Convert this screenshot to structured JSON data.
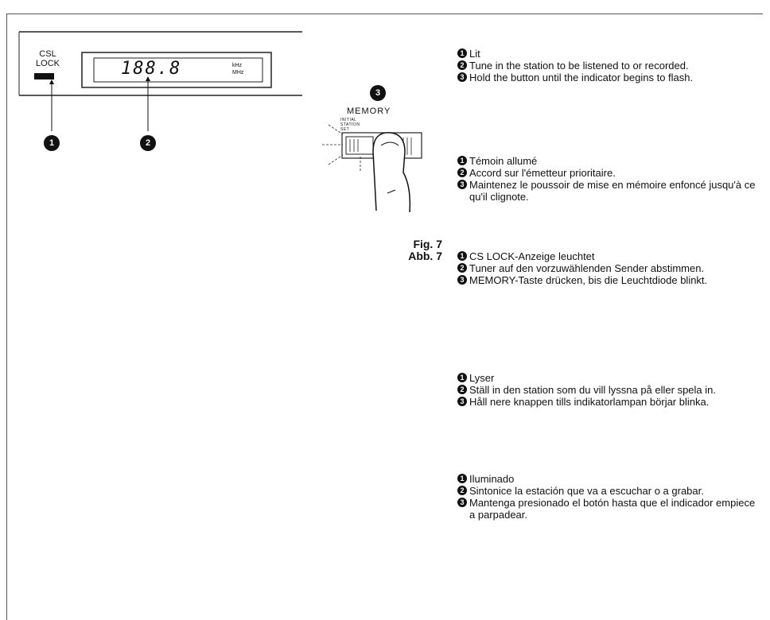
{
  "illustration": {
    "csl_label_1": "CSL",
    "csl_label_2": "LOCK",
    "display_value": "188.8",
    "unit_khz": "kHz",
    "unit_mhz": "MHz",
    "callout_1": "1",
    "callout_2": "2",
    "callout_3": "3",
    "memory_label": "MEMORY",
    "memory_sub_label": "INITIAL STATION SET"
  },
  "figure": {
    "label_1": "Fig. 7",
    "label_2": "Abb. 7"
  },
  "instructions": {
    "english": [
      {
        "num": "1",
        "text": "Lit"
      },
      {
        "num": "2",
        "text": "Tune in the station to be listened to or recorded."
      },
      {
        "num": "3",
        "text": "Hold the button until the indicator begins to flash."
      }
    ],
    "french": [
      {
        "num": "1",
        "text": "Témoin allumé"
      },
      {
        "num": "2",
        "text": "Accord sur l'émetteur prioritaire."
      },
      {
        "num": "3",
        "text": "Maintenez le poussoir de mise en mémoire enfoncé jusqu'à ce qu'il clignote."
      }
    ],
    "german": [
      {
        "num": "1",
        "text": "CS LOCK-Anzeige leuchtet"
      },
      {
        "num": "2",
        "text": "Tuner auf den vorzuwählenden Sender abstimmen."
      },
      {
        "num": "3",
        "text": "MEMORY-Taste drücken, bis die Leuchtdiode blinkt."
      }
    ],
    "swedish": [
      {
        "num": "1",
        "text": "Lyser"
      },
      {
        "num": "2",
        "text": "Ställ in den station som du vill lyssna på eller spela in."
      },
      {
        "num": "3",
        "text": "Håll nere knappen tills indikatorlampan börjar blinka."
      }
    ],
    "spanish": [
      {
        "num": "1",
        "text": "Iluminado"
      },
      {
        "num": "2",
        "text": "Sintonice la estación que va a escuchar o a grabar."
      },
      {
        "num": "3",
        "text": "Mantenga presionado el botón hasta que el indicador empiece a parpadear."
      }
    ]
  }
}
